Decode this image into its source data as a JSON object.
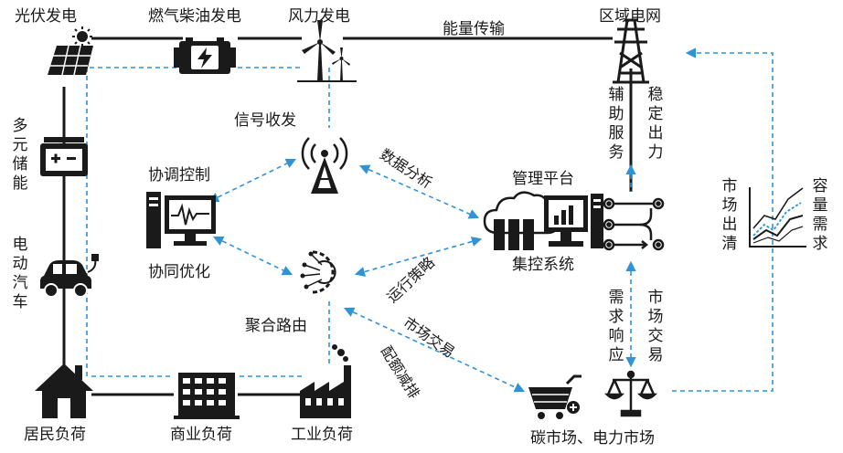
{
  "nodes": {
    "pv": "光伏发电",
    "diesel": "燃气柴油发电",
    "wind": "风力发电",
    "grid": "区域电网",
    "storage": "多元储能",
    "ev": "电动汽车",
    "signal": "信号收发",
    "coord_control": "协调控制",
    "coop_opt": "协同优化",
    "aggregation": "聚合路由",
    "platform_top": "管理平台",
    "platform_bottom": "集控系统",
    "residential": "居民负荷",
    "commercial": "商业负荷",
    "industrial": "工业负荷",
    "markets": "碳市场、电力市场"
  },
  "edges": {
    "energy_transfer": "能量传输",
    "aux_service": "辅助服务",
    "stable_output": "稳定出力",
    "data_analysis": "数据分析",
    "operation_strategy": "运行策略",
    "market_trade_diag": "市场交易",
    "quota_reduction": "配额减排",
    "demand_response": "需求响应",
    "market_trade": "市场交易",
    "market_clearing": "市场出清",
    "capacity_demand": "容量需求"
  },
  "colors": {
    "solid_line": "#1a1a1a",
    "dashed_line": "#2f93d6",
    "icon": "#1a1a1a"
  }
}
